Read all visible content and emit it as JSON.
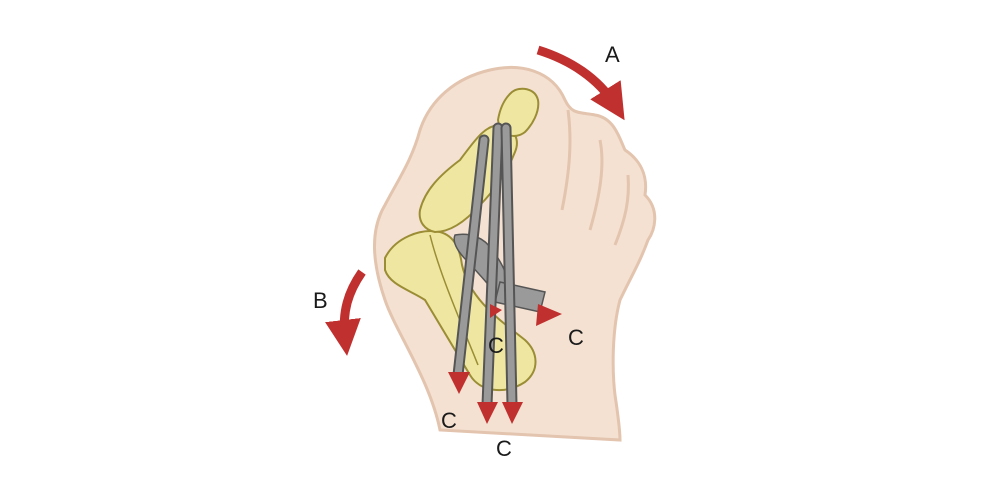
{
  "labels": {
    "a": "A",
    "b": "B",
    "c1": "C",
    "c2": "C",
    "c3": "C",
    "c4": "C"
  },
  "colors": {
    "skin": "#f4e1d2",
    "skin_outline": "#e3c4ae",
    "bone": "#efe7a1",
    "bone_outline": "#9a8d35",
    "tendon": "#9a9a9a",
    "tendon_outline": "#555555",
    "arrow": "#c0302f"
  }
}
